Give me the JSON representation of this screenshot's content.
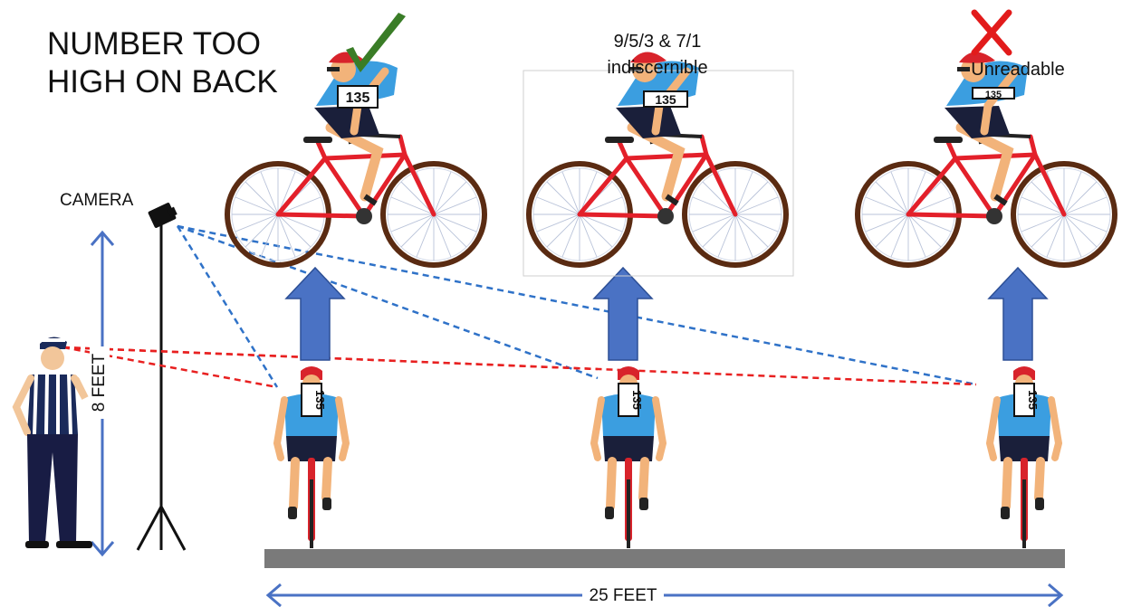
{
  "title_lines": [
    "NUMBER TOO",
    "HIGH ON BACK"
  ],
  "camera_label": "CAMERA",
  "height_label": "8 FEET",
  "distance_label": "25 FEET",
  "bib_number": "135",
  "middle_caption_lines": [
    "9/5/3 & 7/1",
    "indiscernible"
  ],
  "right_caption": "Unreadable",
  "colors": {
    "check": "#3a7d27",
    "cross": "#e21b1b",
    "arrow_fill": "#4a72c4",
    "camera_sightline": "#2f72c8",
    "official_sightline": "#e82020",
    "road": "#7a7a7a",
    "jersey": "#3b9ee0",
    "frame": "#e3202a",
    "tire": "#5a2b12"
  },
  "icons": [
    "check-icon",
    "cross-icon",
    "camera-icon",
    "referee-figure",
    "cyclist-side-view",
    "cyclist-rear-view",
    "up-arrow"
  ]
}
